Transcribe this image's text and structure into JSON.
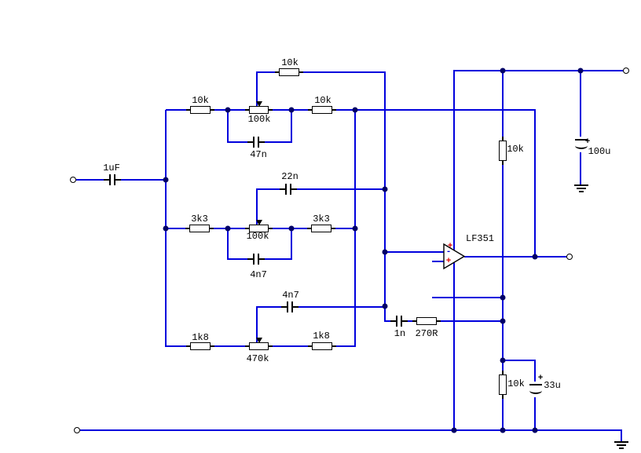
{
  "circuit": {
    "input_cap": "1uF",
    "band1": {
      "r_left": "10k",
      "pot": "100k",
      "r_right": "10k",
      "bridge_cap": "47n",
      "wiper_res": "10k"
    },
    "band2": {
      "r_left": "3k3",
      "pot": "100k",
      "r_right": "3k3",
      "bridge_cap": "4n7",
      "wiper_cap": "22n"
    },
    "band3": {
      "r_left": "1k8",
      "pot": "470k",
      "r_right": "1k8",
      "wiper_cap": "4n7"
    },
    "opamp": {
      "part": "LF351",
      "plus_supply": "+",
      "inverting": "-",
      "noninverting": "+"
    },
    "comp_cap": "1n",
    "comp_res": "270R",
    "bias_res_upper": "10k",
    "bias_res_lower": "10k",
    "supply_cap": "100u",
    "bypass_cap": "33u",
    "electrolytic_plus": "+",
    "colors": {
      "wire": "#0000dd",
      "outline": "#000000",
      "junction": "#000066",
      "marker_plus": "#dd0000",
      "marker_minus": "#0000cc"
    }
  }
}
